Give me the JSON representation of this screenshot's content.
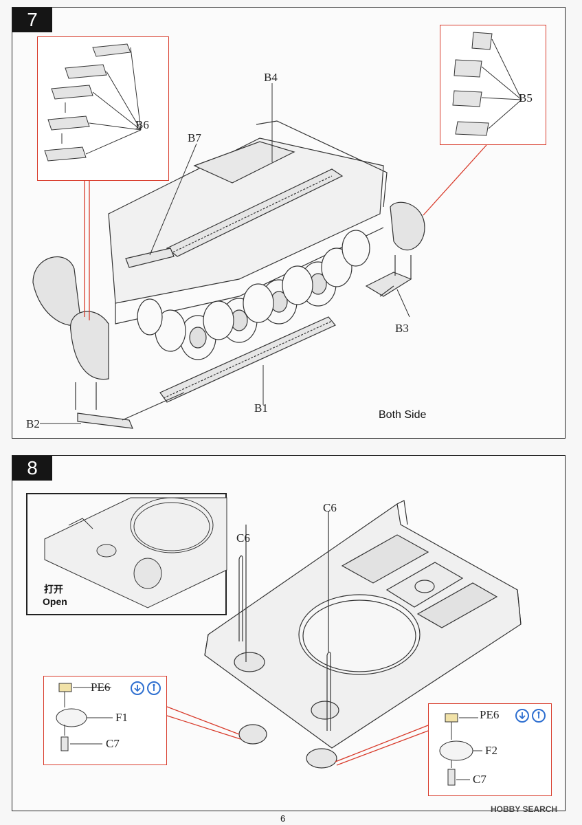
{
  "page_number": "6",
  "watermark": "HOBBY SEARCH",
  "step7": {
    "number": "7",
    "parts": {
      "b1": "B1",
      "b2": "B2",
      "b3": "B3",
      "b4": "B4",
      "b5": "B5",
      "b6": "B6",
      "b7": "B7"
    },
    "note": "Both Side"
  },
  "step8": {
    "number": "8",
    "inset_label_cn": "打开",
    "inset_label_en": "Open",
    "parts": {
      "c6_left": "C6",
      "c6_right": "C6",
      "pe6_left": "PE6",
      "f1": "F1",
      "c7_left": "C7",
      "pe6_right": "PE6",
      "f2": "F2",
      "c7_right": "C7"
    },
    "icons": [
      "press-fit-icon",
      "align-icon"
    ],
    "accent_color": "#d83a2a",
    "icon_color": "#2e6fd0"
  }
}
